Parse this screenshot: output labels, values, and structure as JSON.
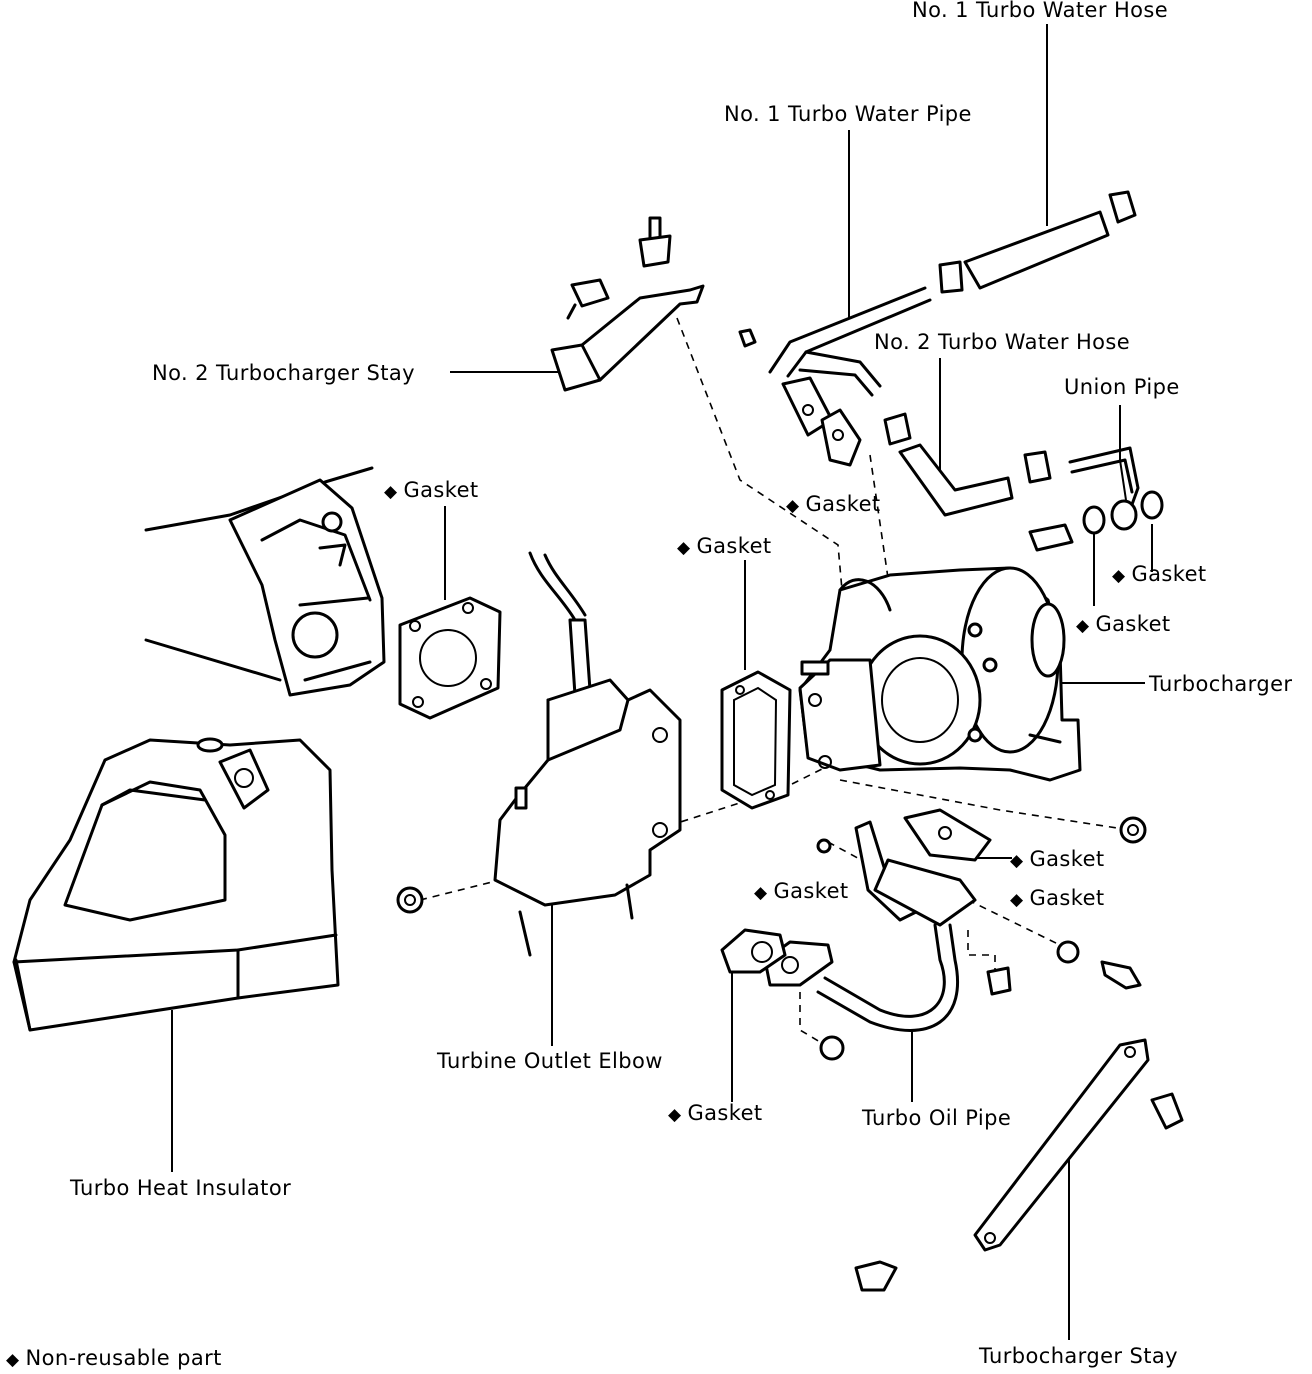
{
  "labels": {
    "no1_turbo_water_hose": "No. 1 Turbo Water Hose",
    "no1_turbo_water_pipe": "No. 1 Turbo Water Pipe",
    "no2_turbo_water_hose": "No. 2 Turbo Water Hose",
    "union_pipe": "Union Pipe",
    "no2_turbocharger_stay": "No. 2 Turbocharger Stay",
    "gasket_exhaust": "Gasket",
    "gasket_water_pipe": "Gasket",
    "gasket_elbow": "Gasket",
    "gasket_union_right": "Gasket",
    "gasket_union_left": "Gasket",
    "turbocharger": "Turbocharger",
    "gasket_oil_upper": "Gasket",
    "gasket_oil_mid": "Gasket",
    "gasket_oil_right": "Gasket",
    "gasket_oil_lower": "Gasket",
    "turbine_outlet_elbow": "Turbine Outlet Elbow",
    "turbo_oil_pipe": "Turbo Oil Pipe",
    "turbo_heat_insulator": "Turbo Heat Insulator",
    "turbocharger_stay": "Turbocharger Stay"
  },
  "legend": {
    "symbol": "◆",
    "text": "Non-reusable part"
  }
}
